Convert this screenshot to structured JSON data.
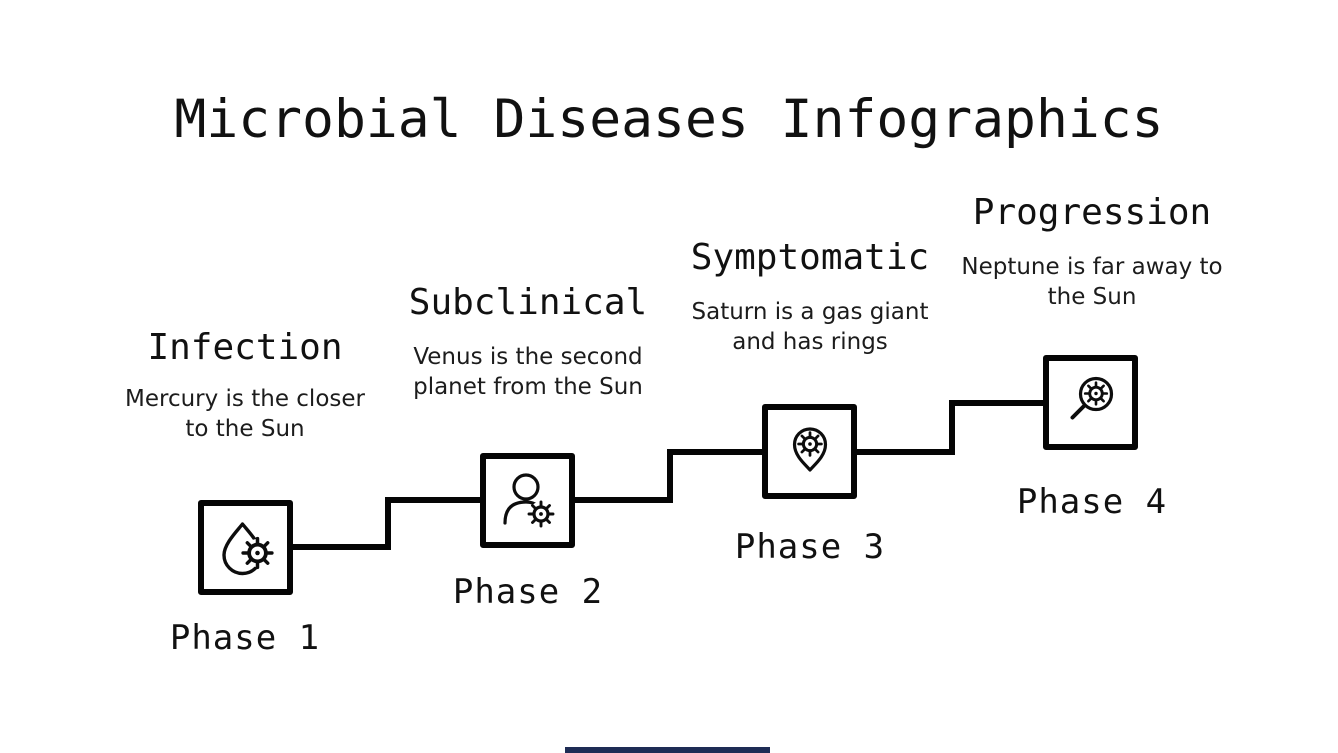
{
  "title": "Microbial Diseases Infographics",
  "colors": {
    "ink": "#0d0d0d",
    "background": "#ffffff",
    "accent_bar": "#1e2c55"
  },
  "phases": [
    {
      "name": "Infection",
      "description": "Mercury is the closer to the Sun",
      "label": "Phase 1",
      "icon": "droplet-germ-icon"
    },
    {
      "name": "Subclinical",
      "description": "Venus is the second planet from the Sun",
      "label": "Phase 2",
      "icon": "person-germ-icon"
    },
    {
      "name": "Symptomatic",
      "description": "Saturn is a gas giant and has rings",
      "label": "Phase 3",
      "icon": "pin-germ-icon"
    },
    {
      "name": "Progression",
      "description": "Neptune is far away to the Sun",
      "label": "Phase 4",
      "icon": "magnifier-germ-icon"
    }
  ]
}
